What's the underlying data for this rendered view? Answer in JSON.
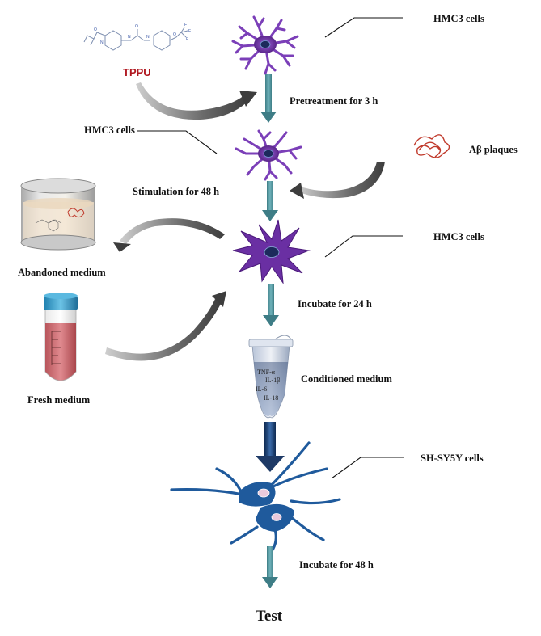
{
  "labels": {
    "hmc3_top": "HMC3 cells",
    "hmc3_mid_left": "HMC3 cells",
    "hmc3_right": "HMC3 cells",
    "tppu": "TPPU",
    "pretreatment": "Pretreatment for 3 h",
    "abeta": "Aβ plaques",
    "stimulation": "Stimulation for 48 h",
    "abandoned": "Abandoned medium",
    "incubate24": "Incubate for 24 h",
    "fresh": "Fresh medium",
    "conditioned": "Conditioned medium",
    "shsy5y": "SH-SY5Y cells",
    "incubate48": "Incubate for 48 h",
    "test": "Test"
  },
  "tube_labels": {
    "tnf": "TNF-α",
    "il1b": "IL-1β",
    "il6": "IL-6",
    "il18": "IL-18"
  },
  "colors": {
    "cell_purple": "#7b3fb8",
    "cell_dark_purple": "#4b1a7a",
    "neuron_blue": "#1f5a9c",
    "arrow_teal": "#4f8f97",
    "arrow_navy": "#1e3a66",
    "curve_gray": "#5f5f5f",
    "plaque_red": "#c0392b",
    "tppu_red": "#b0171f"
  }
}
